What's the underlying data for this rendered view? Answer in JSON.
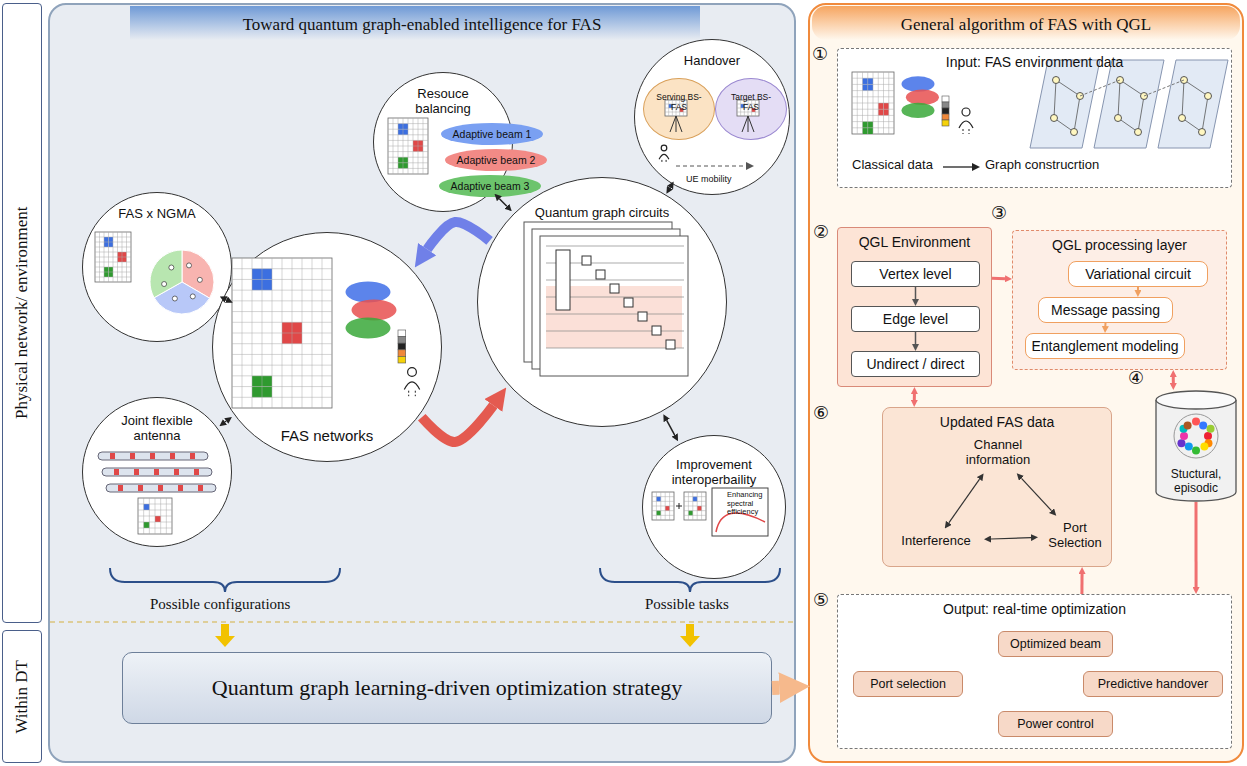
{
  "diagram": {
    "nodes": [
      {
        "text": [
          "Toward quantum graph-enabled intelligence for FAS"
        ]
      },
      {
        "text": [
          "Physical network/ environment"
        ]
      },
      {
        "text": [
          "Within DT"
        ]
      },
      {
        "text": [
          "Resouce balancing"
        ],
        "in": 0
      },
      {
        "text": [
          "Adaptive beam 1"
        ],
        "in": 3
      },
      {
        "text": [
          "Adaptive beam 2"
        ],
        "in": 3
      },
      {
        "text": [
          "Adaptive beam 3"
        ],
        "in": 3
      },
      {
        "text": [
          "Handover"
        ],
        "in": 0
      },
      {
        "text": [
          "Serving BS-FAS"
        ],
        "in": 7
      },
      {
        "text": [
          "Target BS-FAS"
        ],
        "in": 7
      },
      {
        "text": [
          "FAS x NGMA"
        ],
        "in": 0
      },
      {
        "text": [
          "Quantum graph circuits"
        ],
        "in": 0
      },
      {
        "text": [
          "FAS networks"
        ],
        "in": 0
      },
      {
        "text": [
          "Joint flexible antenna"
        ],
        "in": 0
      },
      {
        "text": [
          "Improvement interoperbaility"
        ],
        "in": 0
      },
      {
        "text": [
          "Quantum graph learning-driven optimization strategy"
        ],
        "in": 0
      },
      {
        "text": [
          "General algorithm of FAS with QGL"
        ]
      },
      {
        "text": [
          "Input: FAS environment data"
        ],
        "in": 16
      },
      {
        "text": [
          "QGL Environment"
        ],
        "in": 16
      },
      {
        "text": [
          "Vertex level"
        ],
        "in": 18
      },
      {
        "text": [
          "Edge level"
        ],
        "in": 18
      },
      {
        "text": [
          "Undirect / direct"
        ],
        "in": 18
      },
      {
        "text": [
          "QGL processing layer"
        ],
        "in": 16
      },
      {
        "text": [
          "Variational circuit"
        ],
        "in": 22
      },
      {
        "text": [
          "Message passing"
        ],
        "in": 22
      },
      {
        "text": [
          "Entanglement modeling"
        ],
        "in": 22
      },
      {
        "text": [
          "Stuctural, episodic"
        ],
        "in": 16
      },
      {
        "text": [
          "Updated FAS data"
        ],
        "in": 16
      },
      {
        "text": [
          "Channel information"
        ],
        "in": 27
      },
      {
        "text": [
          "Interference"
        ],
        "in": 27
      },
      {
        "text": [
          "Port Selection"
        ],
        "in": 27
      },
      {
        "text": [
          "Output: real-time optimization"
        ],
        "in": 16
      },
      {
        "text": [
          "Optimized beam"
        ],
        "in": 31
      },
      {
        "text": [
          "Port selection"
        ],
        "in": 31
      },
      {
        "text": [
          "Predictive handover"
        ],
        "in": 31
      },
      {
        "text": [
          "Power control"
        ],
        "in": 31
      }
    ],
    "edges": [
      {
        "from": 3,
        "to": 11,
        "arrow": "both"
      },
      {
        "from": 7,
        "to": 11,
        "arrow": "both"
      },
      {
        "from": 14,
        "to": 11,
        "arrow": "both"
      },
      {
        "from": 10,
        "to": 12,
        "arrow": "both"
      },
      {
        "from": 13,
        "to": 12,
        "arrow": "both"
      },
      {
        "from": 11,
        "to": 12,
        "arrow": "to"
      },
      {
        "from": 12,
        "to": 11,
        "arrow": "to"
      },
      {
        "from": 15,
        "to": 16,
        "arrow": "to"
      },
      {
        "from": 19,
        "to": 20,
        "arrow": "to"
      },
      {
        "from": 20,
        "to": 21,
        "arrow": "to"
      },
      {
        "from": 18,
        "to": 22,
        "arrow": "to"
      },
      {
        "from": 23,
        "to": 24,
        "arrow": "to"
      },
      {
        "from": 24,
        "to": 25,
        "arrow": "to"
      },
      {
        "from": 22,
        "to": 26,
        "arrow": "both"
      },
      {
        "from": 18,
        "to": 27,
        "arrow": "both"
      },
      {
        "from": 26,
        "to": 31,
        "arrow": "to"
      },
      {
        "from": 31,
        "to": 27,
        "arrow": "to"
      },
      {
        "from": 28,
        "to": 29,
        "arrow": "both"
      },
      {
        "from": 28,
        "to": 30,
        "arrow": "both"
      },
      {
        "from": 29,
        "to": 30,
        "arrow": "both"
      }
    ],
    "labels": [
      "UE mobility",
      "Enhancing spectral efficiency",
      "Possible configurations",
      "Possible tasks",
      "①",
      "Classical data",
      "Graph construcrtion",
      "②",
      "③",
      "④",
      "⑥",
      "⑤"
    ]
  }
}
